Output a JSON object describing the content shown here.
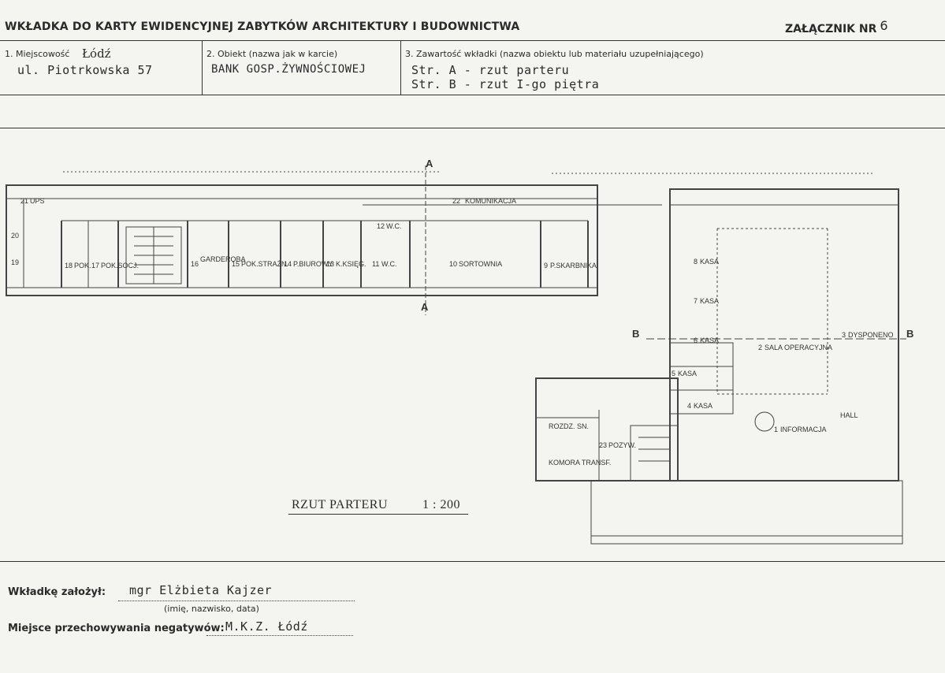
{
  "header": {
    "title": "WKŁADKA DO KARTY EWIDENCYJNEJ ZABYTKÓW ARCHITEKTURY I BUDOWNICTWA",
    "annex_label": "ZAŁĄCZNIK NR",
    "annex_number": "6"
  },
  "fields": {
    "locality_label": "1. Miejscowość",
    "locality_city": "Łódź",
    "locality_street": "ul. Piotrkowska 57",
    "object_label": "2. Obiekt (nazwa jak w karcie)",
    "object_value": "BANK GOSP.ŻYWNOŚCIOWEJ",
    "contents_label": "3. Zawartość wkładki (nazwa obiektu lub materiału uzupełniającego)",
    "contents_line1": "Str. A - rzut parteru",
    "contents_line2": "Str. B - rzut I-go piętra"
  },
  "plan": {
    "caption": "RZUT PARTERU",
    "scale": "1 : 200",
    "section_a": "A",
    "section_b": "B",
    "rooms": [
      {
        "num": "21",
        "name": "UPS"
      },
      {
        "num": "20",
        "name": ""
      },
      {
        "num": "19",
        "name": ""
      },
      {
        "num": "18",
        "name": "POK."
      },
      {
        "num": "17",
        "name": "POK.SOCJ."
      },
      {
        "num": "16",
        "name": "GARDEROBA"
      },
      {
        "num": "15",
        "name": "POK.STRAŻN."
      },
      {
        "num": "14",
        "name": "P.BIUROWY"
      },
      {
        "num": "13",
        "name": "K.KSIĘG."
      },
      {
        "num": "12",
        "name": "W.C."
      },
      {
        "num": "11",
        "name": "W.C."
      },
      {
        "num": "22",
        "name": "KOMUNIKACJA"
      },
      {
        "num": "10",
        "name": "SORTOWNIA"
      },
      {
        "num": "9",
        "name": "P.SKARBNIKA"
      },
      {
        "num": "8",
        "name": "KASA"
      },
      {
        "num": "7",
        "name": "KASA"
      },
      {
        "num": "6",
        "name": "KASA"
      },
      {
        "num": "5",
        "name": "KASA"
      },
      {
        "num": "4",
        "name": "KASA"
      },
      {
        "num": "3",
        "name": "DYSPONENO"
      },
      {
        "num": "2",
        "name": "SALA OPERACYJNA"
      },
      {
        "num": "1",
        "name": "INFORMACJA"
      },
      {
        "num": "23",
        "name": "POZYW."
      }
    ],
    "hall": "HALL",
    "rozdz": "ROZDZ. SN.",
    "komora": "KOMORA TRANSF."
  },
  "footer": {
    "founder_label": "Wkładkę założył:",
    "founder_value": "mgr Elżbieta Kajzer",
    "founder_hint": "(imię, nazwisko, data)",
    "storage_label": "Miejsce przechowywania negatywów:",
    "storage_value": "M.K.Z. Łódź"
  }
}
